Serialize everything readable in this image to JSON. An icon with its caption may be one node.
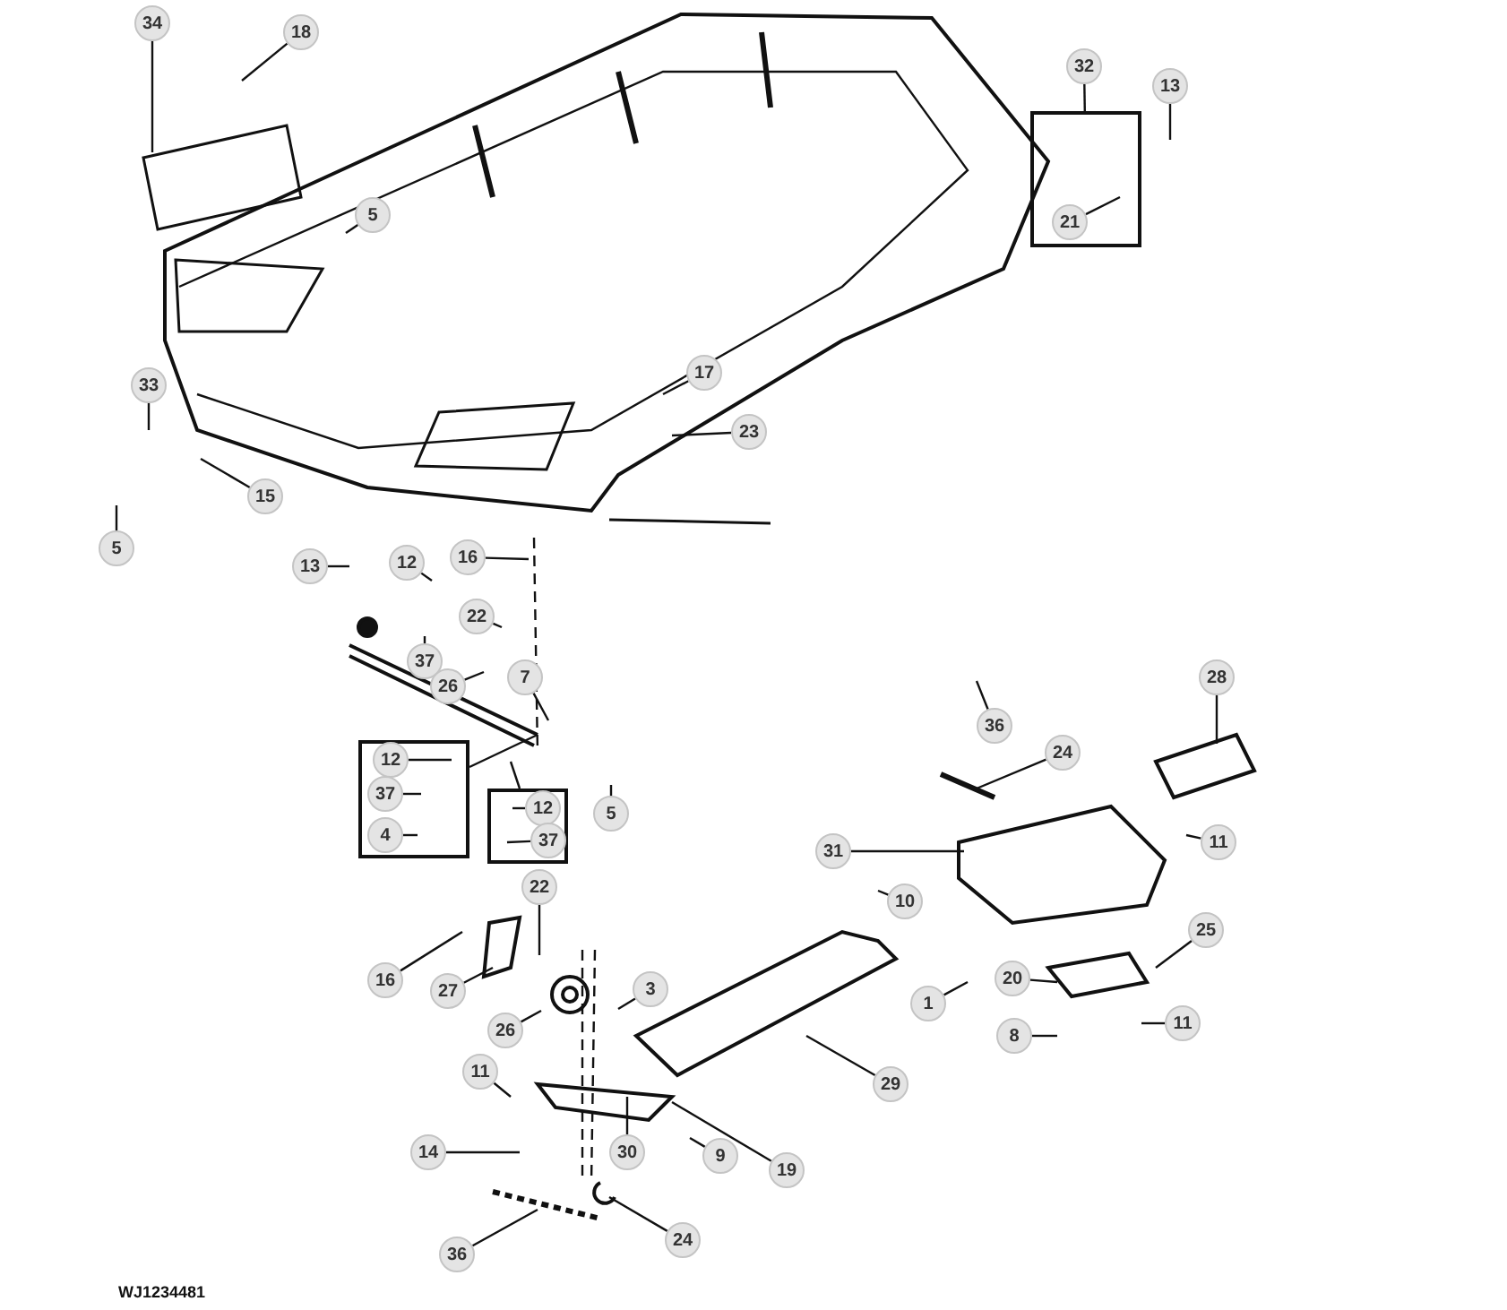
{
  "diagram": {
    "nodes": [
      {
        "text": [
          "34"
        ]
      },
      {
        "text": [
          "18"
        ]
      },
      {
        "text": [
          "5"
        ]
      },
      {
        "text": [
          "33"
        ]
      },
      {
        "text": [
          "15"
        ]
      },
      {
        "text": [
          "5"
        ]
      },
      {
        "text": [
          "17"
        ]
      },
      {
        "text": [
          "23"
        ]
      },
      {
        "text": [
          "32"
        ]
      },
      {
        "text": [
          "13"
        ]
      },
      {
        "text": [],
        "shape": "box"
      },
      {
        "text": [
          "21"
        ],
        "in": 10
      },
      {
        "text": [
          "16"
        ]
      },
      {
        "text": [
          "13"
        ]
      },
      {
        "text": [
          "12"
        ]
      },
      {
        "text": [
          "22"
        ]
      },
      {
        "text": [
          "37"
        ]
      },
      {
        "text": [
          "26"
        ]
      },
      {
        "text": [
          "7"
        ]
      },
      {
        "text": [
          "36"
        ]
      },
      {
        "text": [],
        "shape": "box"
      },
      {
        "text": [
          "12"
        ],
        "in": 20
      },
      {
        "text": [
          "37"
        ],
        "in": 20
      },
      {
        "text": [
          "4"
        ],
        "in": 20
      },
      {
        "text": [],
        "shape": "box"
      },
      {
        "text": [
          "12"
        ],
        "in": 24
      },
      {
        "text": [
          "37"
        ],
        "in": 24
      },
      {
        "text": [
          "5"
        ]
      },
      {
        "text": [
          "24"
        ]
      },
      {
        "text": [
          "28"
        ]
      },
      {
        "text": [
          "11"
        ]
      },
      {
        "text": [
          "31"
        ]
      },
      {
        "text": [
          "10"
        ]
      },
      {
        "text": [
          "22"
        ]
      },
      {
        "text": [
          "16"
        ]
      },
      {
        "text": [
          "27"
        ]
      },
      {
        "text": [
          "3"
        ]
      },
      {
        "text": [
          "1"
        ]
      },
      {
        "text": [
          "20"
        ]
      },
      {
        "text": [
          "25"
        ]
      },
      {
        "text": [
          "26"
        ]
      },
      {
        "text": [
          "8"
        ]
      },
      {
        "text": [
          "11"
        ]
      },
      {
        "text": [
          "29"
        ]
      },
      {
        "text": [
          "11"
        ]
      },
      {
        "text": [
          "30"
        ]
      },
      {
        "text": [
          "9"
        ]
      },
      {
        "text": [
          "19"
        ]
      },
      {
        "text": [
          "14"
        ]
      },
      {
        "text": [
          "24"
        ]
      },
      {
        "text": [
          "36"
        ]
      }
    ],
    "edges": [
      {
        "from": 0,
        "to": null,
        "arrow": "none"
      },
      {
        "from": 1,
        "to": null,
        "arrow": "none"
      },
      {
        "from": 2,
        "to": null,
        "arrow": "none"
      },
      {
        "from": 3,
        "to": null,
        "arrow": "none"
      },
      {
        "from": 4,
        "to": null,
        "arrow": "none"
      },
      {
        "from": 5,
        "to": null,
        "arrow": "none"
      },
      {
        "from": 6,
        "to": null,
        "arrow": "none"
      },
      {
        "from": 7,
        "to": null,
        "arrow": "none"
      },
      {
        "from": 8,
        "to": 10,
        "arrow": "none"
      },
      {
        "from": 9,
        "to": null,
        "arrow": "none"
      },
      {
        "from": 11,
        "to": null,
        "arrow": "none"
      },
      {
        "from": 12,
        "to": null,
        "arrow": "none"
      },
      {
        "from": 13,
        "to": null,
        "arrow": "none"
      },
      {
        "from": 14,
        "to": null,
        "arrow": "none"
      },
      {
        "from": 15,
        "to": null,
        "arrow": "none"
      },
      {
        "from": 16,
        "to": null,
        "arrow": "none"
      },
      {
        "from": 17,
        "to": null,
        "arrow": "none"
      },
      {
        "from": 18,
        "to": null,
        "arrow": "none"
      },
      {
        "from": 19,
        "to": null,
        "arrow": "none"
      },
      {
        "from": 20,
        "to": null,
        "arrow": "none"
      },
      {
        "from": 21,
        "to": null,
        "arrow": "none"
      },
      {
        "from": 22,
        "to": null,
        "arrow": "none"
      },
      {
        "from": 23,
        "to": null,
        "arrow": "none"
      },
      {
        "from": 24,
        "to": null,
        "arrow": "none"
      },
      {
        "from": 25,
        "to": null,
        "arrow": "none"
      },
      {
        "from": 26,
        "to": null,
        "arrow": "none"
      },
      {
        "from": 27,
        "to": null,
        "arrow": "none"
      },
      {
        "from": 28,
        "to": null,
        "arrow": "none"
      },
      {
        "from": 29,
        "to": null,
        "arrow": "none"
      },
      {
        "from": 30,
        "to": null,
        "arrow": "none"
      },
      {
        "from": 31,
        "to": null,
        "arrow": "none"
      },
      {
        "from": 32,
        "to": null,
        "arrow": "none"
      },
      {
        "from": 33,
        "to": null,
        "arrow": "none"
      },
      {
        "from": 34,
        "to": null,
        "arrow": "none"
      },
      {
        "from": 35,
        "to": null,
        "arrow": "none"
      },
      {
        "from": 36,
        "to": null,
        "arrow": "none"
      },
      {
        "from": 37,
        "to": null,
        "arrow": "none"
      },
      {
        "from": 38,
        "to": null,
        "arrow": "none"
      },
      {
        "from": 39,
        "to": null,
        "arrow": "none"
      },
      {
        "from": 40,
        "to": null,
        "arrow": "none"
      },
      {
        "from": 41,
        "to": null,
        "arrow": "none"
      },
      {
        "from": 42,
        "to": null,
        "arrow": "none"
      },
      {
        "from": 43,
        "to": null,
        "arrow": "none"
      },
      {
        "from": 44,
        "to": null,
        "arrow": "none"
      },
      {
        "from": 45,
        "to": null,
        "arrow": "none"
      },
      {
        "from": 46,
        "to": null,
        "arrow": "none"
      },
      {
        "from": 47,
        "to": null,
        "arrow": "none"
      },
      {
        "from": 48,
        "to": null,
        "arrow": "none"
      },
      {
        "from": 49,
        "to": null,
        "arrow": "none"
      },
      {
        "from": 50,
        "to": null,
        "arrow": "none"
      }
    ],
    "labels": [
      "WJ1234481"
    ]
  }
}
